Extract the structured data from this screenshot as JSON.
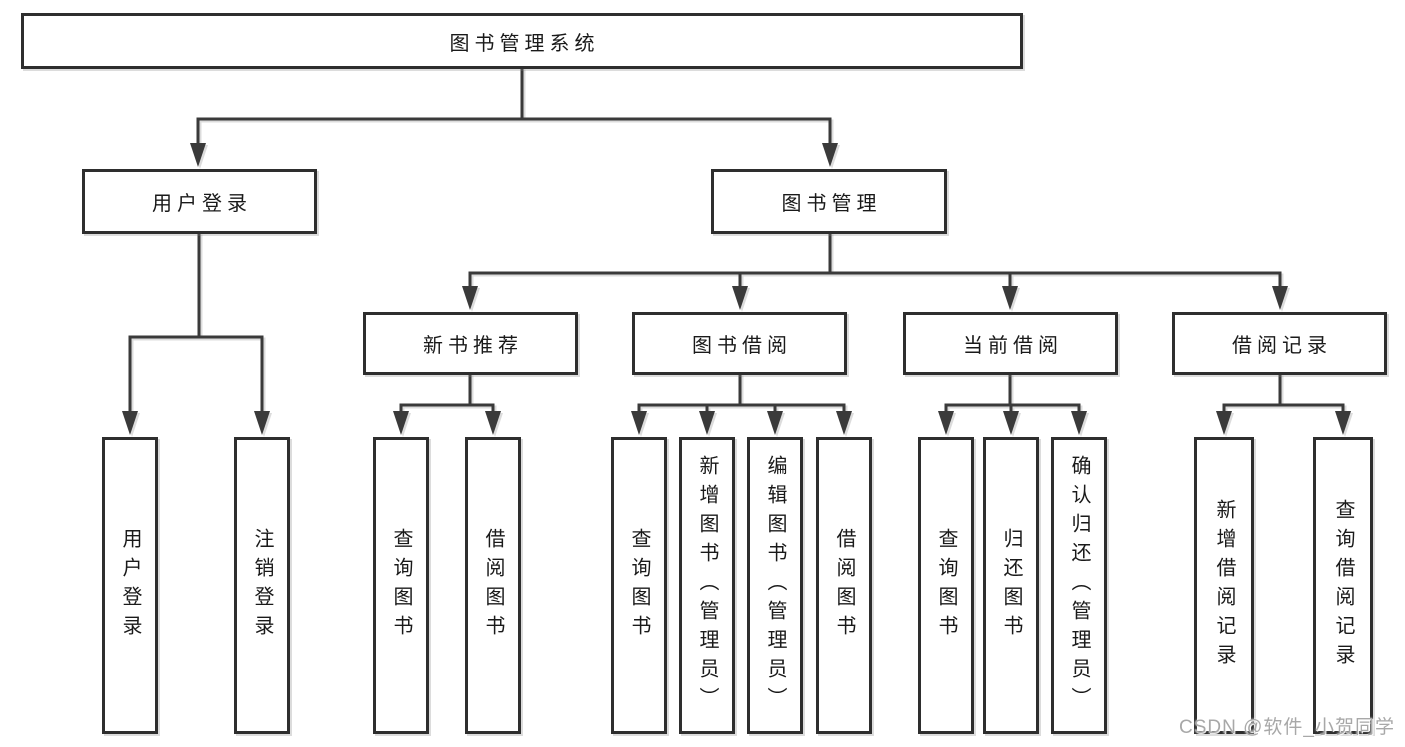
{
  "nodes": {
    "root": "图书管理系统",
    "user_login": "用户登录",
    "book_mgmt": "图书管理",
    "new_book_rec": "新书推荐",
    "book_borrow": "图书借阅",
    "current_borrow": "当前借阅",
    "borrow_records": "借阅记录",
    "leaf_user_login": "用户登录",
    "leaf_logout": "注销登录",
    "leaf_rec_query": "查询图书",
    "leaf_rec_borrow": "借阅图书",
    "leaf_bb_query": "查询图书",
    "leaf_bb_add": "新增图书（管理员）",
    "leaf_bb_edit": "编辑图书（管理员）",
    "leaf_bb_borrow": "借阅图书",
    "leaf_cb_query": "查询图书",
    "leaf_cb_return": "归还图书",
    "leaf_cb_confirm": "确认归还（管理员）",
    "leaf_br_add": "新增借阅记录",
    "leaf_br_query": "查询借阅记录"
  },
  "hierarchy": {
    "label": "图书管理系统",
    "children": [
      {
        "label": "用户登录",
        "children": [
          {
            "label": "用户登录"
          },
          {
            "label": "注销登录"
          }
        ]
      },
      {
        "label": "图书管理",
        "children": [
          {
            "label": "新书推荐",
            "children": [
              {
                "label": "查询图书"
              },
              {
                "label": "借阅图书"
              }
            ]
          },
          {
            "label": "图书借阅",
            "children": [
              {
                "label": "查询图书"
              },
              {
                "label": "新增图书（管理员）"
              },
              {
                "label": "编辑图书（管理员）"
              },
              {
                "label": "借阅图书"
              }
            ]
          },
          {
            "label": "当前借阅",
            "children": [
              {
                "label": "查询图书"
              },
              {
                "label": "归还图书"
              },
              {
                "label": "确认归还（管理员）"
              }
            ]
          },
          {
            "label": "借阅记录",
            "children": [
              {
                "label": "新增借阅记录"
              },
              {
                "label": "查询借阅记录"
              }
            ]
          }
        ]
      }
    ]
  },
  "watermark": "CSDN @软件_小贺同学",
  "colors": {
    "line": "#3a3a3a",
    "box_border": "#2e2e2e",
    "box_fill": "#ffffff",
    "text": "#1a1a1a",
    "watermark": "#a8a8a8",
    "background": "#ffffff"
  }
}
